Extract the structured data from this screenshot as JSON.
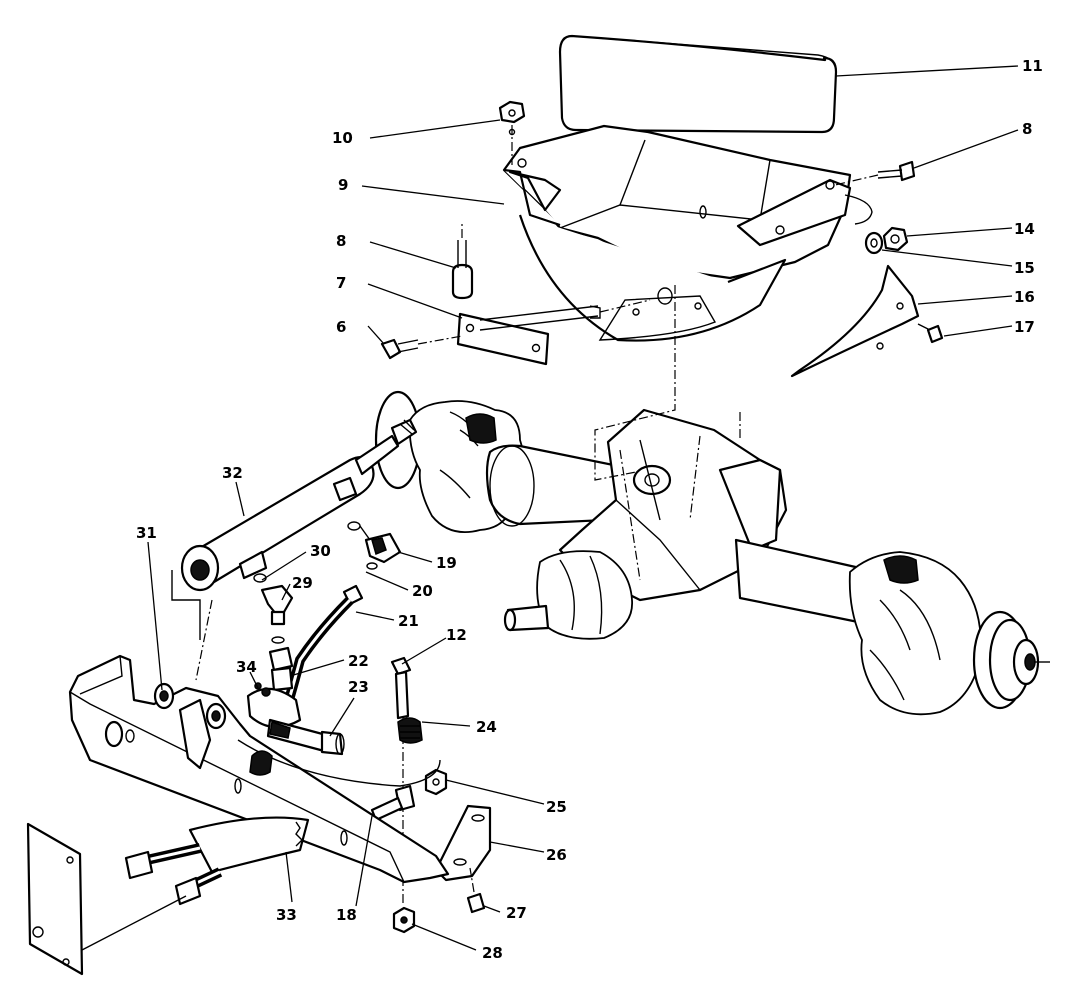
{
  "callouts": [
    {
      "id": "c11",
      "text": "11"
    },
    {
      "id": "c10",
      "text": "10"
    },
    {
      "id": "c8a",
      "text": "8"
    },
    {
      "id": "c9",
      "text": "9"
    },
    {
      "id": "c14",
      "text": "14"
    },
    {
      "id": "c15",
      "text": "15"
    },
    {
      "id": "c8b",
      "text": "8"
    },
    {
      "id": "c16",
      "text": "16"
    },
    {
      "id": "c7",
      "text": "7"
    },
    {
      "id": "c17",
      "text": "17"
    },
    {
      "id": "c6",
      "text": "6"
    },
    {
      "id": "c32",
      "text": "32"
    },
    {
      "id": "c31",
      "text": "31"
    },
    {
      "id": "c19",
      "text": "19"
    },
    {
      "id": "c30",
      "text": "30"
    },
    {
      "id": "c20",
      "text": "20"
    },
    {
      "id": "c29",
      "text": "29"
    },
    {
      "id": "c21",
      "text": "21"
    },
    {
      "id": "c12",
      "text": "12"
    },
    {
      "id": "c22",
      "text": "22"
    },
    {
      "id": "c34",
      "text": "34"
    },
    {
      "id": "c23",
      "text": "23"
    },
    {
      "id": "c24",
      "text": "24"
    },
    {
      "id": "c25",
      "text": "25"
    },
    {
      "id": "c26",
      "text": "26"
    },
    {
      "id": "c33",
      "text": "33"
    },
    {
      "id": "c18",
      "text": "18"
    },
    {
      "id": "c27",
      "text": "27"
    },
    {
      "id": "c28",
      "text": "28"
    }
  ]
}
